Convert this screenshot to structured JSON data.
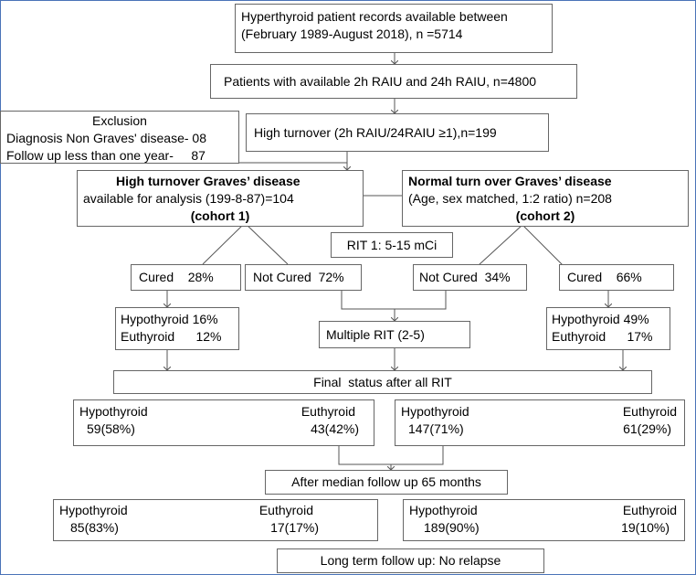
{
  "records": {
    "line1": "Hyperthyroid patient records available between",
    "line2": "(February 1989-August 2018),  n =5714"
  },
  "raiu": {
    "text": "Patients with available 2h RAIU and 24h RAIU, n=4800"
  },
  "exclusion": {
    "title": "Exclusion",
    "line1": "Diagnosis Non Graves' disease- 08",
    "line2": "Follow up less than one year-     87"
  },
  "high_turnover_filter": {
    "text": "High turnover (2h RAIU/24RAIU ≥1),n=199"
  },
  "cohort1": {
    "title": "High turnover Graves’ disease",
    "line2": "available for analysis (199-8-87)=104",
    "label": "(cohort 1)"
  },
  "cohort2": {
    "title": "Normal turn over Graves’ disease",
    "line2": "(Age, sex matched, 1:2 ratio)  n=208",
    "label": "(cohort 2)"
  },
  "rit1": {
    "text": "RIT 1: 5-15 mCi"
  },
  "c1_cured": {
    "text": "Cured    28%"
  },
  "c1_not_cured": {
    "text": "Not Cured  72%"
  },
  "c2_not_cured": {
    "text": "Not Cured  34%"
  },
  "c2_cured": {
    "text": "Cured    66%"
  },
  "c1_cured_split": {
    "line1": "Hypothyroid 16%",
    "line2": "Euthyroid      12%"
  },
  "multiple_rit": {
    "text": "Multiple RIT (2-5)"
  },
  "c2_cured_split": {
    "line1": "Hypothyroid 49%",
    "line2": "Euthyroid      17%"
  },
  "final_status": {
    "text": "Final  status after all RIT"
  },
  "c1_final": {
    "hypo_label": "Hypothyroid",
    "eu_label": "Euthyroid",
    "hypo_value": "59(58%)",
    "eu_value": "43(42%)"
  },
  "c2_final": {
    "hypo_label": "Hypothyroid",
    "eu_label": "Euthyroid",
    "hypo_value": "147(71%)",
    "eu_value": "61(29%)"
  },
  "median_followup": {
    "text": "After median follow up 65 months"
  },
  "c1_longterm": {
    "hypo_label": "Hypothyroid",
    "eu_label": "Euthyroid",
    "hypo_value": "85(83%)",
    "eu_value": "17(17%)"
  },
  "c2_longterm": {
    "hypo_label": "Hypothyroid",
    "eu_label": "Euthyroid",
    "hypo_value": "189(90%)",
    "eu_value": "19(10%)"
  },
  "no_relapse": {
    "text": "Long term follow up: No relapse"
  },
  "colors": {
    "frame": "#4a73b8",
    "box_border": "#666666",
    "connector": "#555555"
  }
}
